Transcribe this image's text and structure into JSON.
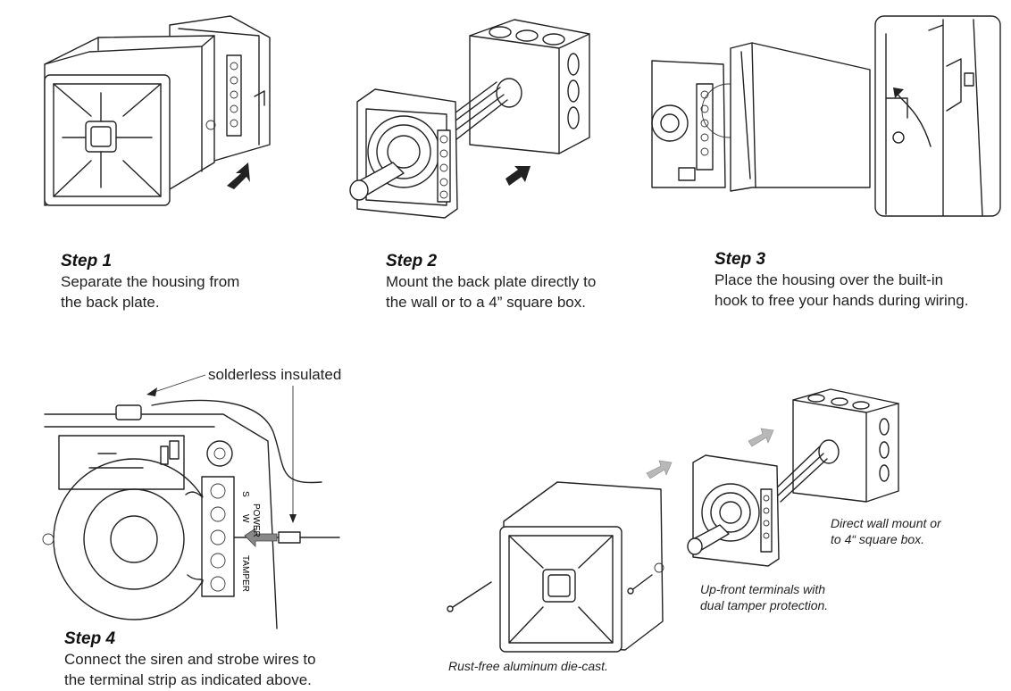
{
  "steps": [
    {
      "title": "Step 1",
      "lines": [
        "Separate the housing from",
        "the back plate."
      ]
    },
    {
      "title": "Step 2",
      "lines": [
        "Mount the back plate directly to",
        "the wall or to a 4” square box."
      ]
    },
    {
      "title": "Step 3",
      "lines": [
        "Place the housing over the built-in",
        "hook to free your hands during wiring."
      ]
    },
    {
      "title": "Step 4",
      "lines": [
        "Connect the siren and strobe wires to",
        "the terminal strip as indicated above."
      ]
    }
  ],
  "wiring_labels": {
    "callout": "solderless insulated",
    "terminal_s": "S",
    "terminal_w": "W",
    "terminal_power": "POWER",
    "terminal_tamper": "TAMPER"
  },
  "features": {
    "wall_mount": [
      "Direct wall mount or",
      "to 4“ square box."
    ],
    "terminals": [
      "Up-front terminals with",
      "dual tamper protection."
    ],
    "housing": "Rust-free aluminum die-cast."
  },
  "colors": {
    "line": "#222222",
    "arrow_dark": "#222222",
    "arrow_light": "#b8b8b8",
    "background": "#ffffff"
  }
}
